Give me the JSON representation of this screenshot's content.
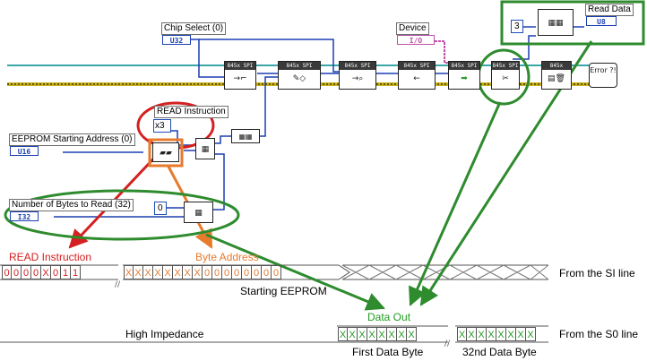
{
  "colors": {
    "wire_blue": "#1a3fb0",
    "wire_teal": "#3aa6a6",
    "wire_yellow": "#c9b21c",
    "wire_pink": "#c04fa8",
    "red_annotation": "#d42020",
    "orange_annotation": "#e87a2c",
    "green_annotation": "#2e8b2e",
    "green_text": "#219a21"
  },
  "block_diagram": {
    "chip_select_label": "Chip Select (0)",
    "chip_select_type": "U32",
    "device_label": "Device",
    "device_type": "I/O",
    "read_data_label": "Read Data",
    "read_data_type": "U8",
    "read_data_const": "3",
    "read_instruction_label": "READ Instruction",
    "read_instruction_value": "x3",
    "eeprom_start_label": "EEPROM Starting Address (0)",
    "eeprom_start_type": "U16",
    "num_bytes_label": "Number of Bytes to Read (32)",
    "num_bytes_type": "I32",
    "zero_const": "0",
    "vi_header": "845x SPI",
    "error_vi_header": "845x",
    "error_vi_text": "Error ?!"
  },
  "timing": {
    "read_instruction_label": "READ Instruction",
    "byte_address_label": "Byte Address",
    "si_line_label": "From the SI line",
    "so_line_label": "From the S0 line",
    "starting_eeprom_label": "Starting EEPROM",
    "data_out_label": "Data Out",
    "high_impedance_label": "High Impedance",
    "first_data_byte_label": "First Data Byte",
    "data_byte_32_label": "32nd Data Byte",
    "instruction_bits": [
      "0",
      "0",
      "0",
      "0",
      "X",
      "0",
      "1",
      "1"
    ],
    "address_bits": [
      "X",
      "X",
      "X",
      "X",
      "X",
      "X",
      "X",
      "X",
      "0",
      "0",
      "0",
      "0",
      "0",
      "0",
      "0",
      "0"
    ],
    "first_byte_bits": [
      "X",
      "X",
      "X",
      "X",
      "X",
      "X",
      "X",
      "X"
    ],
    "last_byte_bits": [
      "X",
      "X",
      "X",
      "X",
      "X",
      "X",
      "X",
      "X"
    ]
  }
}
